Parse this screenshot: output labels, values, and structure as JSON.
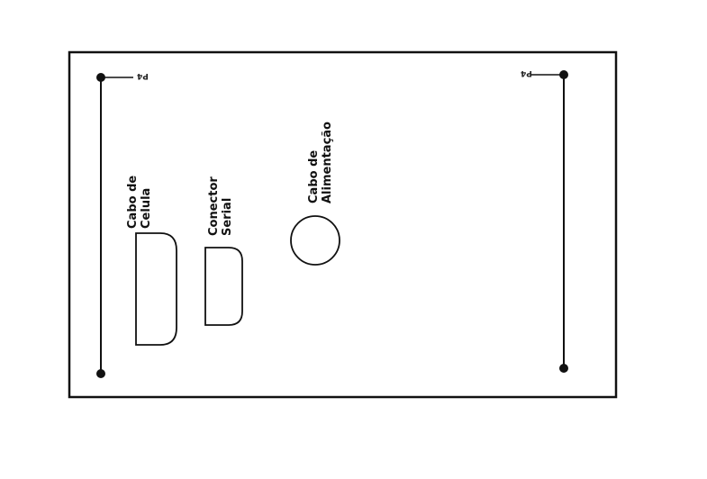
{
  "colors": {
    "ink": "#111111",
    "background": "#ffffff"
  },
  "labels": {
    "cabo_celula": [
      "Cabo de",
      "Celula"
    ],
    "conector_serial": [
      "Conector",
      "Serial"
    ],
    "cabo_alimentacao": [
      "Cabo de",
      "Alimentação"
    ]
  },
  "markers": {
    "left": "P4",
    "right": "P4"
  }
}
